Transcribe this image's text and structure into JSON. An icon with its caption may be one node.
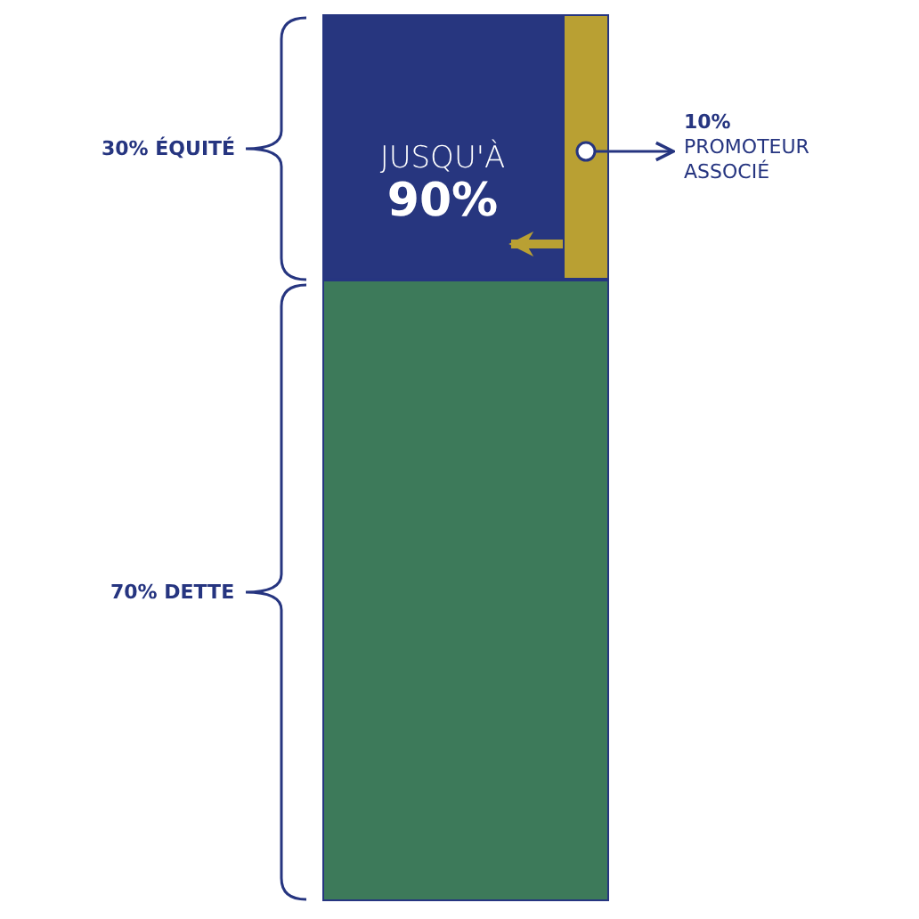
{
  "diagram": {
    "nodes": [
      {
        "text": [
          "JUSQU'À",
          "90%"
        ]
      },
      {
        "text": [],
        "shape": "bar"
      },
      {
        "text": [
          "10%",
          "PROMOTEUR ASSOCIÉ"
        ]
      },
      {
        "text": [],
        "shape": "bar"
      }
    ],
    "edges": [
      {
        "from": 1,
        "to": 2,
        "arrow": "to"
      },
      {
        "from": 1,
        "to": 0,
        "arrow": "to",
        "style": "thick",
        "color": "#b9a033"
      }
    ],
    "labels": [
      "30% ÉQUITÉ",
      "70% DETTE"
    ]
  }
}
